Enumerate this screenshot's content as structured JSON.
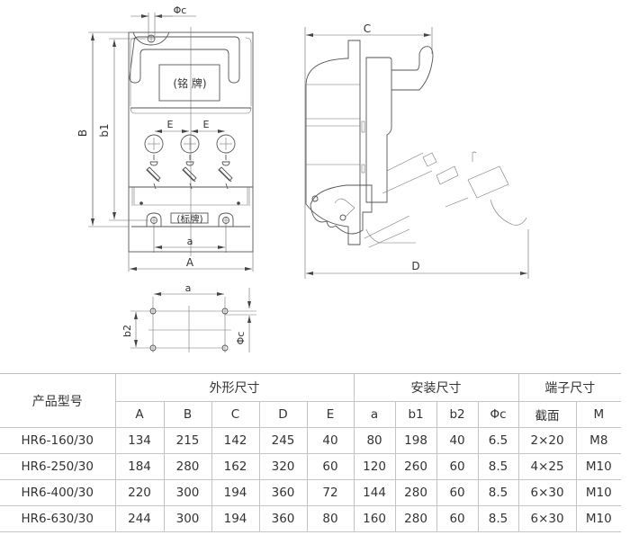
{
  "front_view": {
    "dim_phi_c": "Φc",
    "dim_B": "B",
    "dim_b1": "b1",
    "dim_E_left": "E",
    "dim_E_right": "E",
    "dim_a": "a",
    "dim_A": "A",
    "nameplate": "(铭 牌)",
    "label_plate": "(标牌)"
  },
  "side_view": {
    "dim_C": "C",
    "dim_D": "D"
  },
  "mounting_view": {
    "dim_a": "a",
    "dim_b2": "b2",
    "dim_phi_c": "Φc"
  },
  "table": {
    "model_header": "产品型号",
    "groups": [
      {
        "label": "外形尺寸",
        "span": 5
      },
      {
        "label": "安装尺寸",
        "span": 4
      },
      {
        "label": "端子尺寸",
        "span": 2
      }
    ],
    "columns": [
      "A",
      "B",
      "C",
      "D",
      "E",
      "a",
      "b1",
      "b2",
      "Φc",
      "截面",
      "M"
    ],
    "rows": [
      {
        "model": "HR6-160/30",
        "values": [
          "134",
          "215",
          "142",
          "245",
          "40",
          "80",
          "198",
          "40",
          "6.5",
          "2×20",
          "M8"
        ]
      },
      {
        "model": "HR6-250/30",
        "values": [
          "184",
          "280",
          "162",
          "320",
          "60",
          "120",
          "260",
          "60",
          "8.5",
          "4×25",
          "M10"
        ]
      },
      {
        "model": "HR6-400/30",
        "values": [
          "220",
          "300",
          "194",
          "360",
          "72",
          "144",
          "280",
          "60",
          "8.5",
          "6×30",
          "M10"
        ]
      },
      {
        "model": "HR6-630/30",
        "values": [
          "244",
          "300",
          "194",
          "360",
          "80",
          "160",
          "280",
          "60",
          "8.5",
          "6×30",
          "M10"
        ]
      }
    ]
  }
}
